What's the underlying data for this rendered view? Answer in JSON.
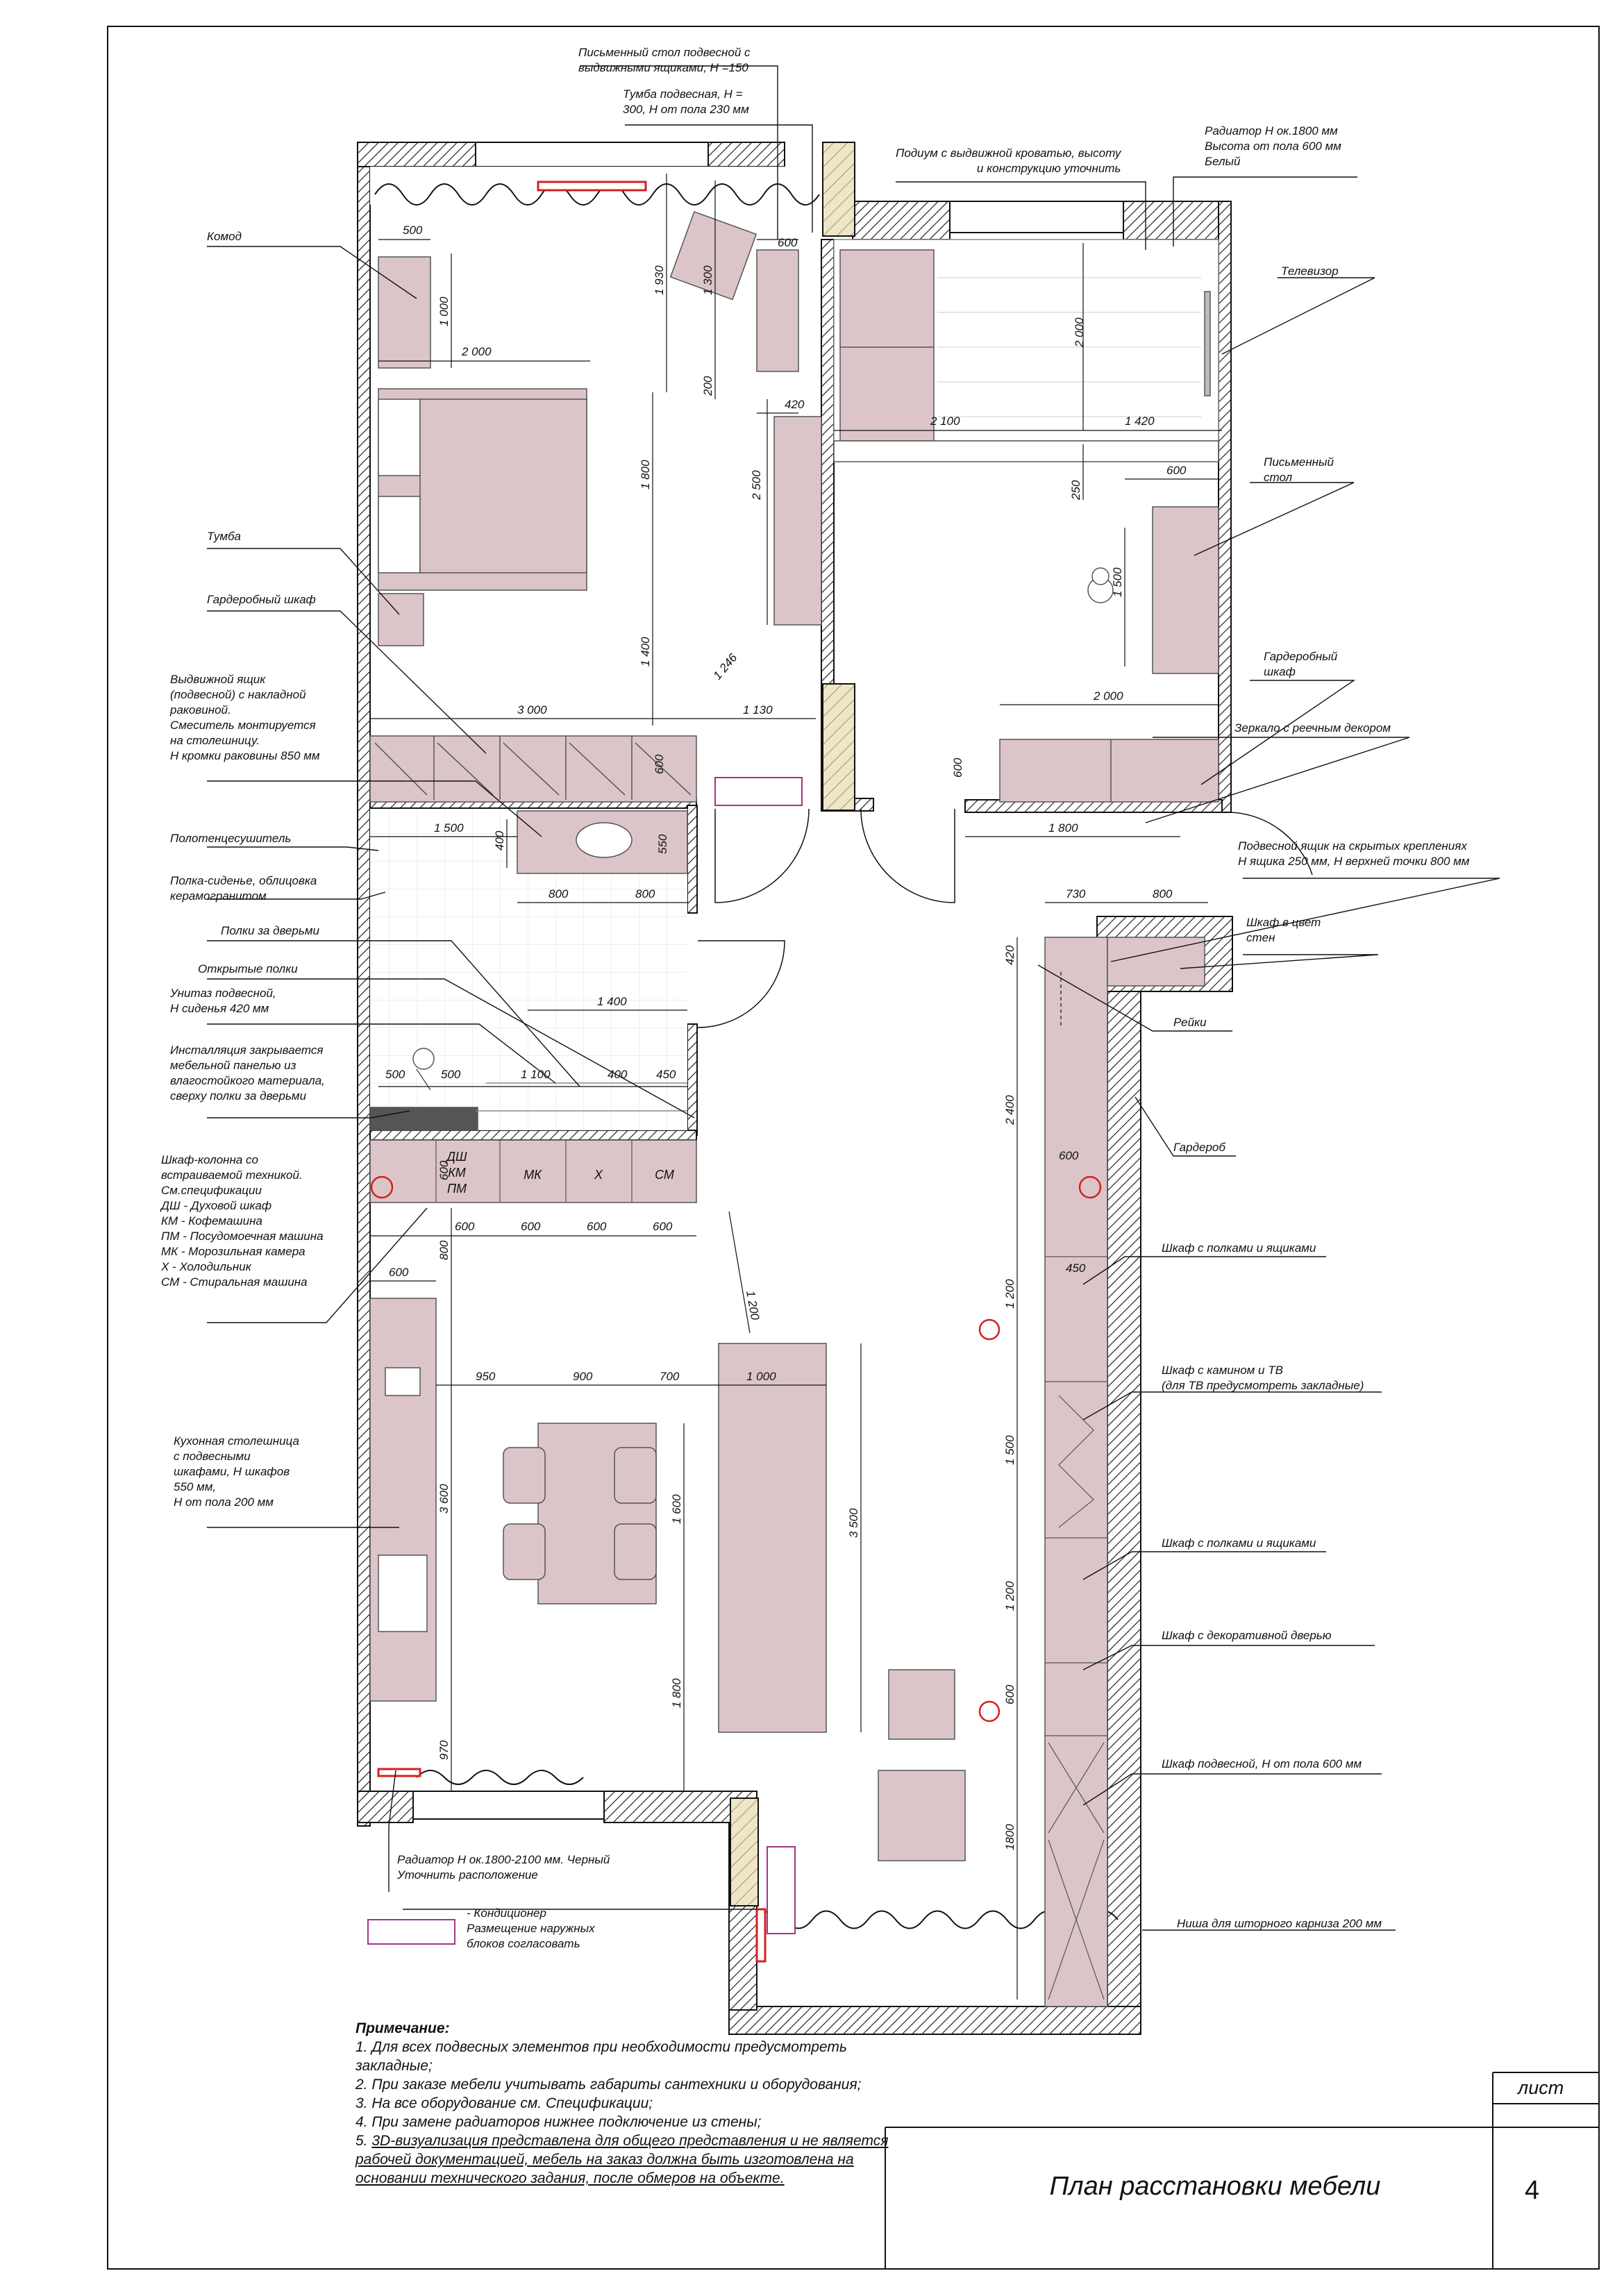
{
  "labels": {
    "desk_hanging": "Письменный стол подвесной с\nвыдвижными ящиками, H =150",
    "tumba_hanging": "Тумба подвесная, H =\n300, H от пола 230 мм",
    "radiator_bedroom": "Радиатор H ок.1800 мм\nВысота от пола 600 мм\nБелый",
    "podium": "Подиум с выдвижной кроватью, высоту\nи конструкцию уточнить",
    "komod": "Комод",
    "tv": "Телевизор",
    "desk": "Письменный\nстол",
    "tumba": "Тумба",
    "wardrobe1": "Гардеробный шкаф",
    "wardrobe2": "Гардеробный\nшкаф",
    "drawer_sink": "Выдвижной ящик\n(подвесной) с накладной\nраковиной.\nСмеситель монтируется\nна столешницу.\nH кромки раковины 850 мм",
    "mirror": "Зеркало с реечным декором",
    "towel": "Полотенцесушитель",
    "hanging_drawer": "Подвесной ящик на скрытых креплениях\nH ящика 250 мм, H верхней точки 800 мм",
    "shelf_seat": "Полка-сиденье, облицовка\nкерамогранитом",
    "cabinet_color": "Шкаф в цвет\nстен",
    "shelves_door": "Полки за дверьми",
    "open_shelves": "Открытые полки",
    "toilet": "Унитаз подвесной,\nH сиденья 420 мм",
    "slats": "Рейки",
    "installation": "Инсталляция закрывается\nмебельной панелью из\nвлагостойкого материала,\nсверху полки за дверьми",
    "wardrobe_hall": "Гардероб",
    "column_cabinet": "Шкаф-колонна со\nвстраиваемой техникой.\nСм.спецификации\nДШ - Духовой шкаф\nКМ - Кофемашина\nПМ - Посудомоечная машина\nМК - Морозильная камера\nХ - Холодильник\nСМ - Стиральная машина",
    "shelves_drawers1": "Шкаф с полками и ящиками",
    "fireplace_tv": "Шкаф с камином и ТВ\n(для ТВ предусмотреть закладные)",
    "kitchen_counter": "Кухонная столешница\nс подвесными\nшкафами, H шкафов\n550 мм,\nH от пола 200 мм",
    "shelves_drawers2": "Шкаф с полками и ящиками",
    "deco_door": "Шкаф с декоративной дверью",
    "hanging_cabinet": "Шкаф подвесной, H от пола 600 мм",
    "radiator_kitchen": "Радиатор H ок.1800-2100 мм. Черный\nУточнить расположение",
    "ac": "- Кондиционер\nРазмещение наружных\nблоков согласовать",
    "curtain_niche": "Ниша для шторного карниза 200 мм"
  },
  "appliances": [
    "ДШ",
    "КМ",
    "ПМ",
    "МК",
    "Х",
    "СМ"
  ],
  "dims": {
    "d500a": "500",
    "d1000a": "1 000",
    "d2000a": "2 000",
    "d1930": "1 930",
    "d1300": "1 300",
    "d200": "200",
    "d600a": "600",
    "d420a": "420",
    "d2500": "2 500",
    "d1800a": "1 800",
    "d1400a": "1 400",
    "d1246": "1 246",
    "d3000": "3 000",
    "d1130": "1 130",
    "d600b": "600",
    "d2000b": "2 000",
    "d2100": "2 100",
    "d1420": "1 420",
    "d250": "250",
    "d600c": "600",
    "d1500a": "1 500",
    "d2000c": "2 000",
    "d600d": "600",
    "d1800b": "1 800",
    "d1500b": "1 500",
    "d400a": "400",
    "d550": "550",
    "d800a": "800",
    "d800b": "800",
    "d730": "730",
    "d800c": "800",
    "d420b": "420",
    "d1400b": "1 400",
    "d500b": "500",
    "d500c": "500",
    "d1100": "1 100",
    "d400b": "400",
    "d450a": "450",
    "d2400": "2 400",
    "d600e": "600",
    "d600f": "600",
    "d600g": "600",
    "d600h": "600",
    "d600i": "600",
    "d600j": "600",
    "d800d": "800",
    "d600k": "600",
    "d1200a": "1 200",
    "d450b": "450",
    "d1200b": "1 200",
    "d950": "950",
    "d900": "900",
    "d700": "700",
    "d1000b": "1 000",
    "d3600": "3 600",
    "d1600": "1 600",
    "d3500": "3 500",
    "d1500c": "1 500",
    "d1200c": "1 200",
    "d600l": "600",
    "d1800c": "1 800",
    "d970": "970",
    "d1800d": "1800"
  },
  "notes": {
    "heading": "Примечание:",
    "n1": "1. Для всех подвесных элементов при необходимости предусмотреть закладные;",
    "n2": "2. При заказе мебели учитывать габариты сантехники и оборудования;",
    "n3": "3. На все оборудование см. Спецификации;",
    "n4": "4. При замене радиаторов нижнее подключение из стены;",
    "n5_prefix": "5. ",
    "n5_underlined": "3D-визуализация представлена для общего представления и не является рабочей документацией, мебель на заказ должна быть изготовлена на основании технического задания, после обмеров на объекте."
  },
  "title_block": {
    "title": "План расстановки мебели",
    "sheet_label": "лист",
    "sheet_number": "4"
  },
  "colors": {
    "furniture": "#dcc5c8",
    "wall_hatch": "#222222",
    "accent_red": "#d42020",
    "ac_unit": "#a0358a"
  }
}
